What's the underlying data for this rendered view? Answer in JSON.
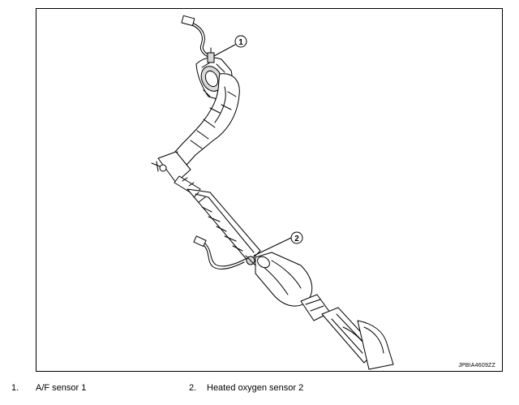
{
  "figure": {
    "code": "JPBIA4609ZZ",
    "callouts": [
      {
        "number": "1"
      },
      {
        "number": "2"
      }
    ]
  },
  "legend": [
    {
      "number": "1.",
      "label": "A/F sensor 1"
    },
    {
      "number": "2.",
      "label": "Heated oxygen sensor 2"
    }
  ],
  "colors": {
    "line": "#000000",
    "fill": "#ffffff",
    "shade": "#d9d9d9"
  }
}
